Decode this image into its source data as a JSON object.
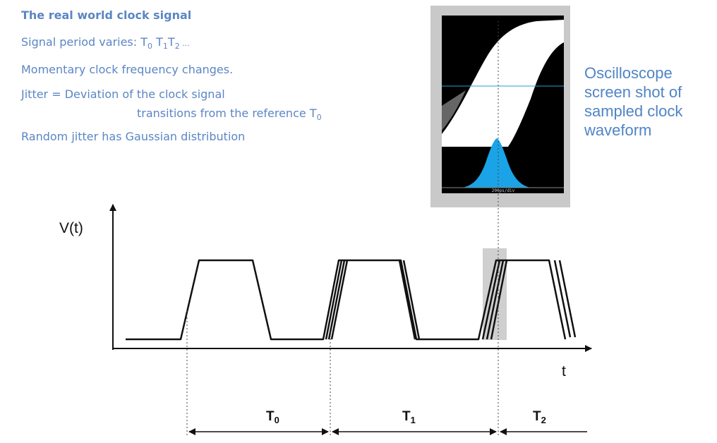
{
  "text": {
    "title": "The real world clock signal",
    "line1_prefix": "Signal period varies: ",
    "line1_periods": [
      {
        "base": "T",
        "sub": "0"
      },
      {
        "base": "T",
        "sub": "1"
      },
      {
        "base": "T",
        "sub": "2"
      }
    ],
    "line1_suffix": " ...",
    "line2": "Momentary clock frequency changes.",
    "line3": "Jitter = Deviation of the clock signal",
    "line4_prefix": "transitions from the reference ",
    "line4_ref_base": "T",
    "line4_ref_sub": "0",
    "line5": "Random jitter has Gaussian distribution"
  },
  "oscilloscope": {
    "caption_lines": [
      "Oscilloscope",
      "screen shot of",
      "sampled clock",
      "waveform"
    ],
    "scale_label": "200ps/div",
    "colors": {
      "frame": "#c9c9c9",
      "screen": "#000000",
      "trace": "#ffffff",
      "histogram": "#1aa3e6",
      "level": "#2a9fd8"
    }
  },
  "diagram": {
    "y_axis_label": "V(t)",
    "x_axis_label": "t",
    "periods": [
      {
        "base": "T",
        "sub": "0"
      },
      {
        "base": "T",
        "sub": "1"
      },
      {
        "base": "T",
        "sub": "2"
      }
    ]
  }
}
